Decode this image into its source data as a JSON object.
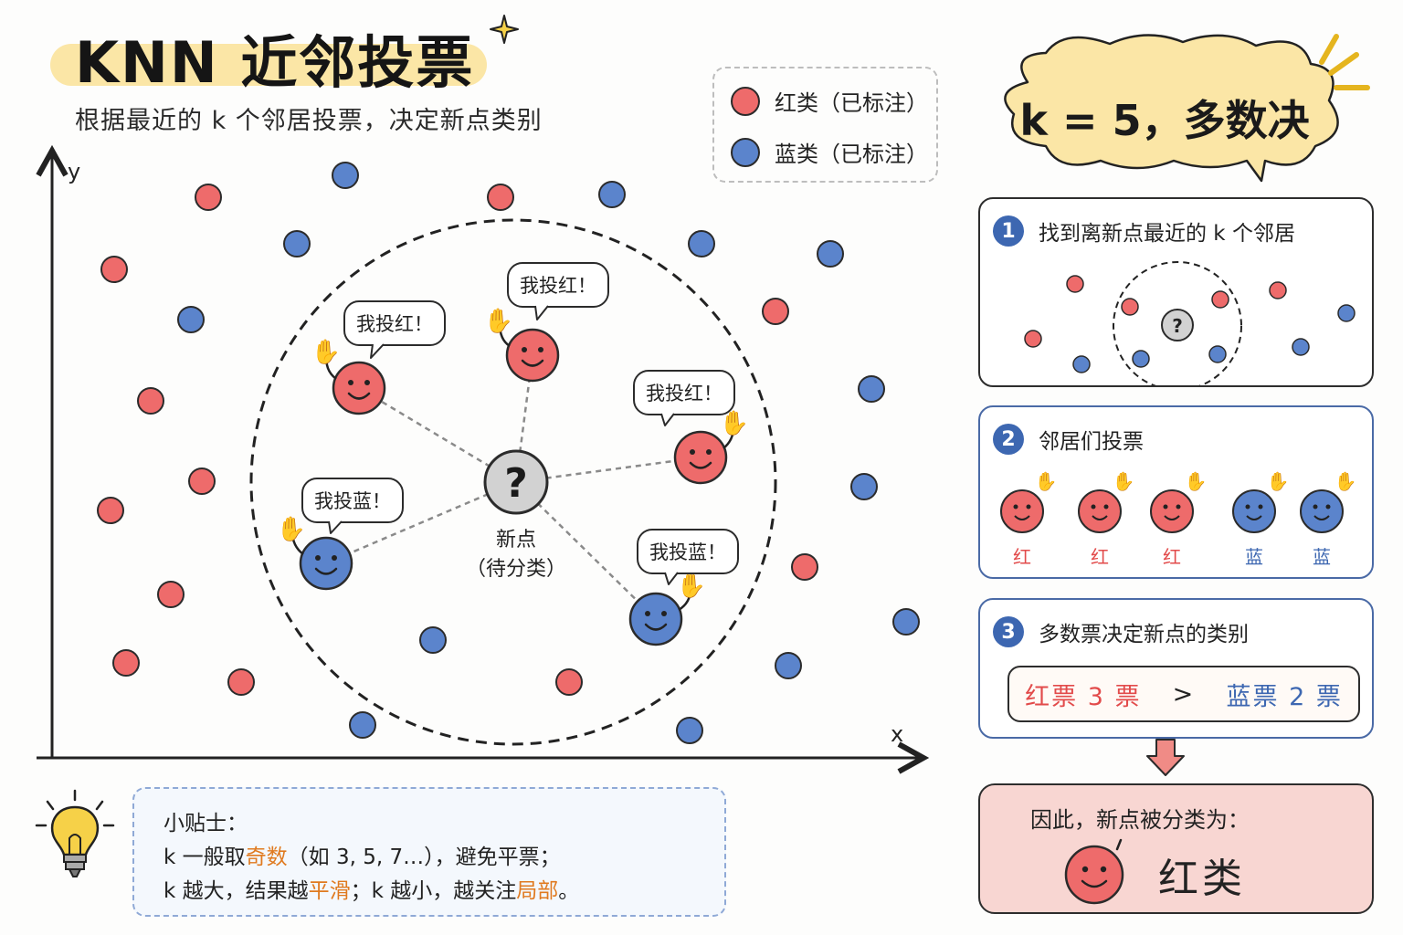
{
  "header": {
    "title": "KNN 近邻投票",
    "subtitle": "根据最近的 k 个邻居投票，决定新点类别"
  },
  "legend": {
    "items": [
      {
        "label": "红类（已标注）",
        "color": "#ee6b6b"
      },
      {
        "label": "蓝类（已标注）",
        "color": "#5b84cc"
      }
    ]
  },
  "plot": {
    "x_label": "x",
    "y_label": "y",
    "new_point_symbol": "?",
    "new_point_label": "新点",
    "new_point_sublabel": "（待分类）",
    "speech": {
      "red": "我投红！",
      "blue": "我投蓝！"
    }
  },
  "bubble": {
    "text": "k = 5，多数决"
  },
  "steps": [
    {
      "num": "1",
      "title": "找到离新点最近的 k 个邻居"
    },
    {
      "num": "2",
      "title": "邻居们投票"
    },
    {
      "num": "3",
      "title": "多数票决定新点的类别"
    }
  ],
  "step1_symbol": "?",
  "votes": [
    {
      "label": "红",
      "color": "red"
    },
    {
      "label": "红",
      "color": "red"
    },
    {
      "label": "红",
      "color": "red"
    },
    {
      "label": "蓝",
      "color": "blue"
    },
    {
      "label": "蓝",
      "color": "blue"
    }
  ],
  "tally": {
    "red": "红票 3 票",
    "gt": ">",
    "blue": "蓝票 2 票"
  },
  "result": {
    "text": "因此，新点被分类为：",
    "class_label": "红类"
  },
  "tips": {
    "heading": "小贴士：",
    "line2_a": "k 一般取",
    "line2_accent": "奇数",
    "line2_b": "（如 3, 5, 7…），避免平票；",
    "line3_a": "k 越大，结果越",
    "line3_accent1": "平滑",
    "line3_b": "；k 越小，越关注",
    "line3_accent2": "局部",
    "line3_c": "。"
  },
  "colors": {
    "red": "#ee6b6b",
    "blue": "#5b84cc",
    "accent_orange": "#e07a1f",
    "step_blue": "#3d67b1"
  }
}
